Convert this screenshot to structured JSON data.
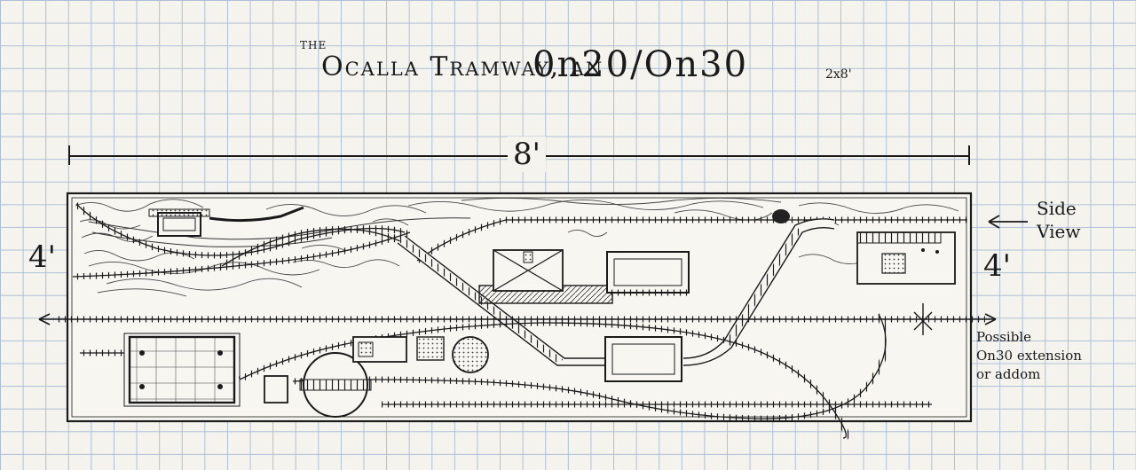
{
  "title": {
    "prefix": "THE",
    "main": "Ocalla Tramway, an",
    "scale": "0n20/On30",
    "size": "2x8'"
  },
  "dimensions": {
    "width": "8'",
    "depth_left": "4'",
    "depth_right": "4'"
  },
  "annotations": {
    "side_view": "Side View",
    "extension": [
      "Possible",
      "On30 extension",
      "or addom"
    ]
  },
  "colors": {
    "ink": "#1a1a1a",
    "paper": "#f4f3ee",
    "grid": "#aebfd6"
  }
}
